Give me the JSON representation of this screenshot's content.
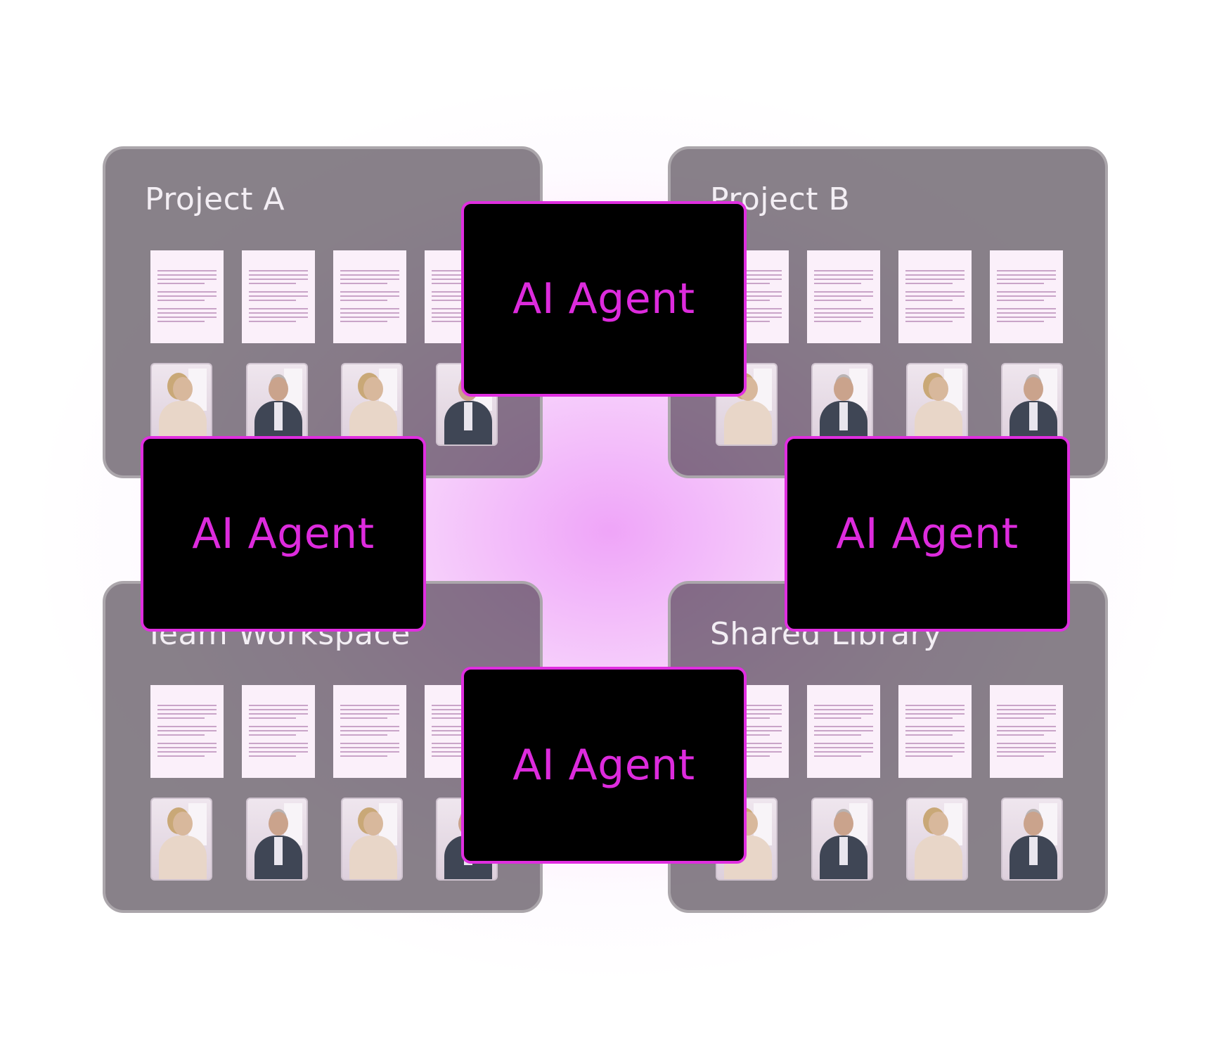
{
  "panels": [
    {
      "title": "Project A"
    },
    {
      "title": "Project B"
    },
    {
      "title": "Team Workspace"
    },
    {
      "title": "Shared Library"
    }
  ],
  "agents": [
    {
      "label": "AI Agent"
    },
    {
      "label": "AI Agent"
    },
    {
      "label": "AI Agent"
    },
    {
      "label": "AI Agent"
    }
  ],
  "colors": {
    "accent": "#e02ee0",
    "agent_background": "#000000",
    "panel_background": "#6b5f6d",
    "glow": "#f0b4f8"
  },
  "icons": {
    "document": "document-thumbnail-icon",
    "person": "person-photo"
  }
}
